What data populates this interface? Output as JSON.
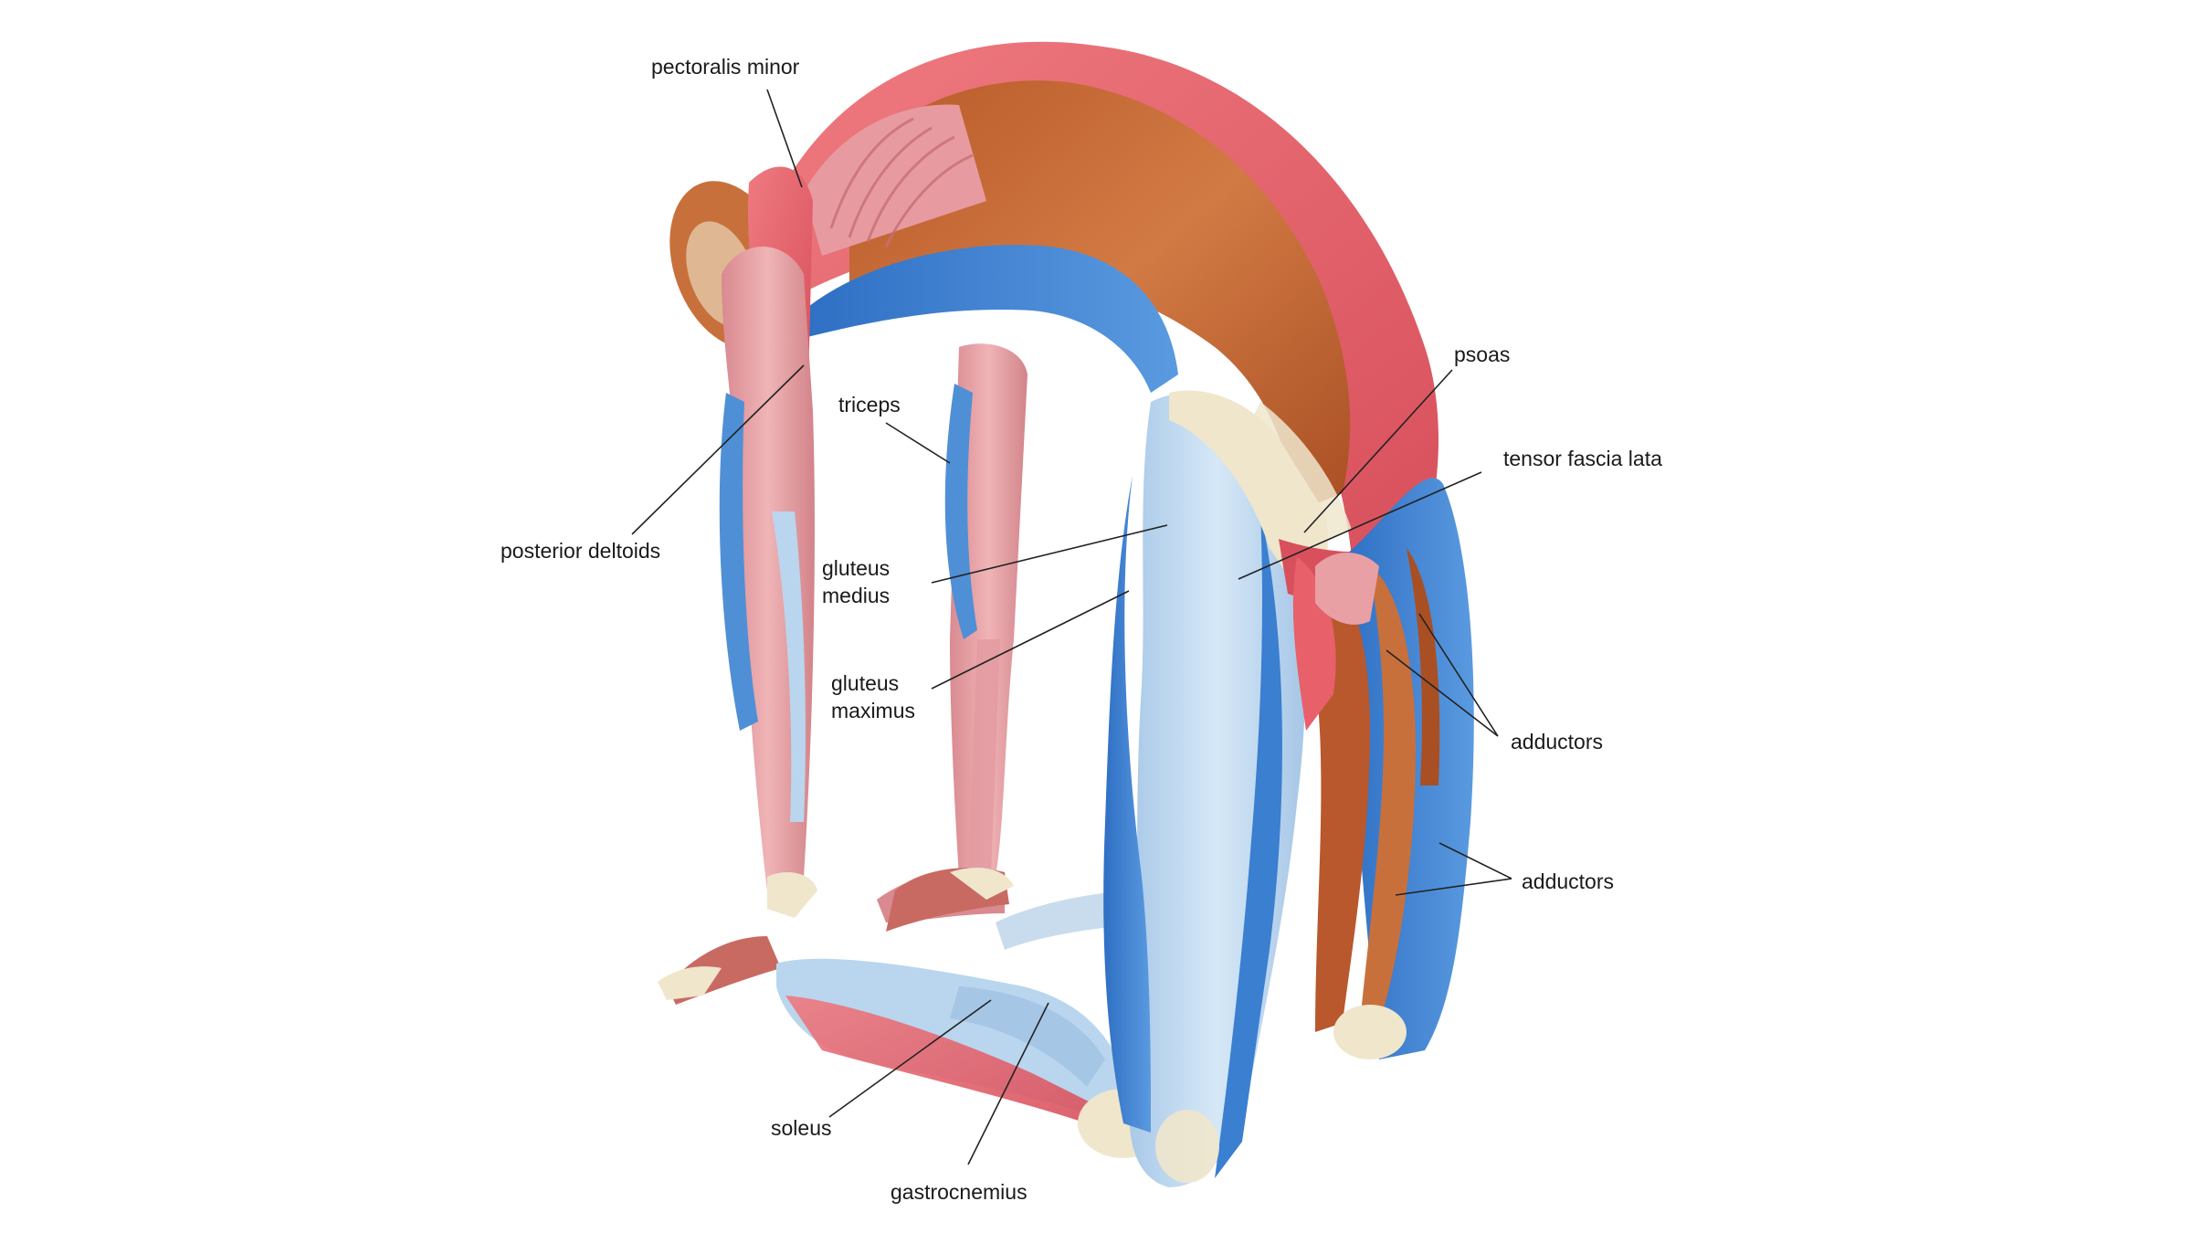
{
  "labels": {
    "pectoralis_minor": "pectoralis minor",
    "posterior_deltoids": "posterior deltoids",
    "triceps": "triceps",
    "gluteus_medius": [
      "gluteus",
      "medius"
    ],
    "gluteus_maximus": [
      "gluteus",
      "maximus"
    ],
    "psoas": "psoas",
    "tensor_fascia_lata": "tensor fascia lata",
    "adductors_upper": "adductors",
    "adductors_lower": "adductors",
    "soleus": "soleus",
    "gastrocnemius": "gastrocnemius"
  },
  "colors": {
    "background": "#ffffff",
    "label_text": "#1a1a1a",
    "leader_line": "#222222",
    "muscle_red": "#e8606a",
    "muscle_pink": "#e8a0a4",
    "muscle_brown": "#c8703c",
    "muscle_blue": "#3a7fd0",
    "muscle_light_blue": "#b9d6ee",
    "bone": "#efe6cc"
  }
}
